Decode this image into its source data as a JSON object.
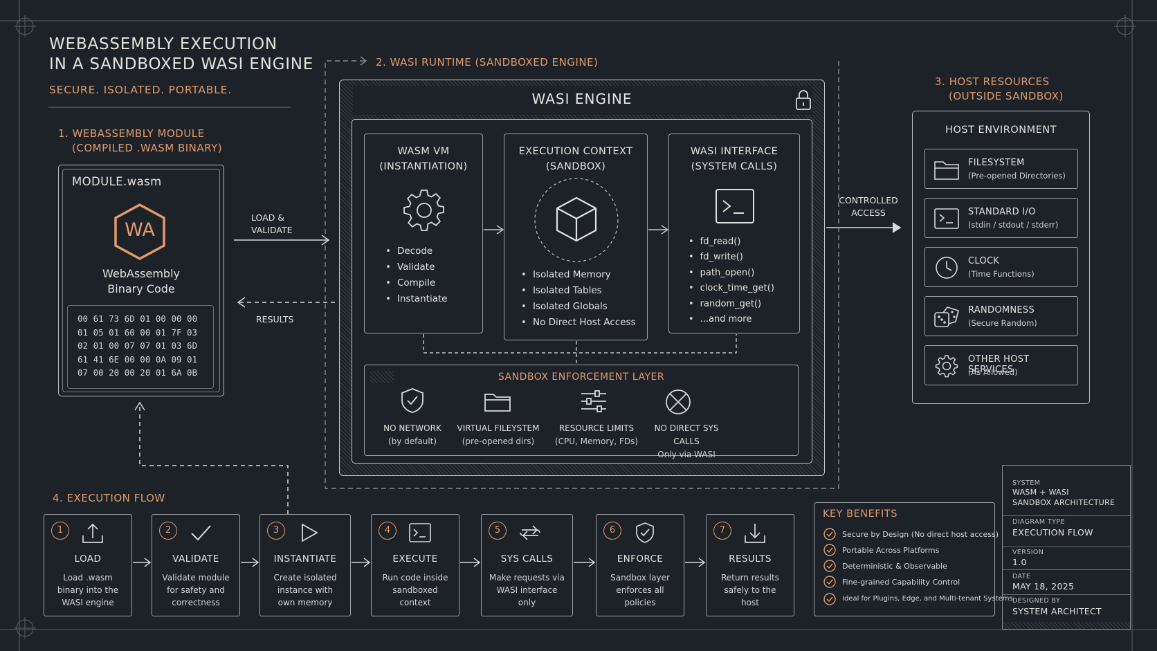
{
  "title": {
    "line1": "WEBASSEMBLY EXECUTION",
    "line2": "IN A SANDBOXED WASI ENGINE",
    "tagline": "SECURE. ISOLATED. PORTABLE."
  },
  "module": {
    "heading_line1": "1. WEBASSEMBLY MODULE",
    "heading_line2": "(COMPILED .WASM BINARY)",
    "file_name": "MODULE.wasm",
    "logo_text": "WA",
    "caption_line1": "WebAssembly",
    "caption_line2": "Binary Code",
    "hex": [
      "00 61 73 6D 01 00 00 00",
      "01 05 01 60 00 01 7F 03",
      "02 01 00 07 07 01 03 6D",
      "61 41 6E 00 00 0A 09 01",
      "07 00 20 00 20 01 6A 0B"
    ]
  },
  "arrows": {
    "load_line1": "LOAD &",
    "load_line2": "VALIDATE",
    "results": "RESULTS",
    "controlled_line1": "CONTROLLED",
    "controlled_line2": "ACCESS"
  },
  "runtime": {
    "heading": "2. WASI RUNTIME (SANDBOXED ENGINE)",
    "engine_title": "WASI ENGINE",
    "vm": {
      "title_line1": "WASM VM",
      "title_line2": "(INSTANTIATION)",
      "items": [
        "Decode",
        "Validate",
        "Compile",
        "Instantiate"
      ]
    },
    "context": {
      "title_line1": "EXECUTION CONTEXT",
      "title_line2": "(SANDBOX)",
      "items": [
        "Isolated Memory",
        "Isolated Tables",
        "Isolated Globals",
        "No Direct Host Access"
      ]
    },
    "interface": {
      "title_line1": "WASI INTERFACE",
      "title_line2": "(SYSTEM CALLS)",
      "items": [
        "fd_read()",
        "fd_write()",
        "path_open()",
        "clock_time_get()",
        "random_get()",
        "...and more"
      ]
    },
    "enforcement": {
      "title": "SANDBOX ENFORCEMENT LAYER",
      "items": [
        {
          "label": "NO NETWORK",
          "sub": "(by default)",
          "icon": "shield-check-icon"
        },
        {
          "label": "VIRTUAL FILEYSTEM",
          "sub": "(pre-opened dirs)",
          "icon": "folder-icon"
        },
        {
          "label": "RESOURCE LIMITS",
          "sub": "(CPU, Memory, FDs)",
          "icon": "sliders-icon"
        },
        {
          "label": "NO DIRECT SYS CALLS",
          "sub": "Only via WASI",
          "icon": "x-circle-icon"
        }
      ]
    }
  },
  "host": {
    "heading_line1": "3. HOST RESOURCES",
    "heading_line2": "(OUTSIDE SANDBOX)",
    "env_title": "HOST ENVIRONMENT",
    "items": [
      {
        "label": "FILESYSTEM",
        "sub": "(Pre-opened Directories)",
        "icon": "folder-icon"
      },
      {
        "label": "STANDARD I/O",
        "sub": "(stdin / stdout / stderr)",
        "icon": "terminal-icon"
      },
      {
        "label": "CLOCK",
        "sub": "(Time Functions)",
        "icon": "clock-icon"
      },
      {
        "label": "RANDOMNESS",
        "sub": "(Secure Random)",
        "icon": "dice-icon"
      },
      {
        "label": "OTHER HOST SERVICES",
        "sub": "(As Allowed)",
        "icon": "gear-icon"
      }
    ]
  },
  "flow": {
    "heading": "4. EXECUTION FLOW",
    "steps": [
      {
        "num": "1",
        "title": "LOAD",
        "desc": "Load .wasm\nbinary into the\nWASI engine",
        "icon": "upload-icon"
      },
      {
        "num": "2",
        "title": "VALIDATE",
        "desc": "Validate module\nfor safety and\ncorrectness",
        "icon": "check-icon"
      },
      {
        "num": "3",
        "title": "INSTANTIATE",
        "desc": "Create isolated\ninstance with\nown memory",
        "icon": "play-icon"
      },
      {
        "num": "4",
        "title": "EXECUTE",
        "desc": "Run code inside\nsandboxed\ncontext",
        "icon": "terminal-icon"
      },
      {
        "num": "5",
        "title": "SYS CALLS",
        "desc": "Make requests via\nWASI interface\nonly",
        "icon": "exchange-icon"
      },
      {
        "num": "6",
        "title": "ENFORCE",
        "desc": "Sandbox layer\nenforces all\npolicies",
        "icon": "shield-check-icon"
      },
      {
        "num": "7",
        "title": "RESULTS",
        "desc": "Return results\nsafely to the\nhost",
        "icon": "download-icon"
      }
    ]
  },
  "benefits": {
    "title": "KEY BENEFITS",
    "items": [
      "Secure by Design (No direct host access)",
      "Portable Across Platforms",
      "Deterministic & Observable",
      "Fine-grained Capability Control",
      "Ideal for Plugins, Edge, and Multi-tenant Systems"
    ]
  },
  "title_block": {
    "system_label": "SYSTEM",
    "system_line1": "WASM + WASI",
    "system_line2": "SANDBOX ARCHITECTURE",
    "type_label": "DIAGRAM TYPE",
    "type_value": "EXECUTION FLOW",
    "version_label": "VERSION",
    "version_value": "1.0",
    "date_label": "DATE",
    "date_value": "MAY 18, 2025",
    "designer_label": "DESIGNED BY",
    "designer_value": "SYSTEM ARCHITECT"
  },
  "colors": {
    "background": "#1d2229",
    "accent": "#e39a6c",
    "line": "#b9bcc0",
    "text": "#e4e2dc"
  }
}
